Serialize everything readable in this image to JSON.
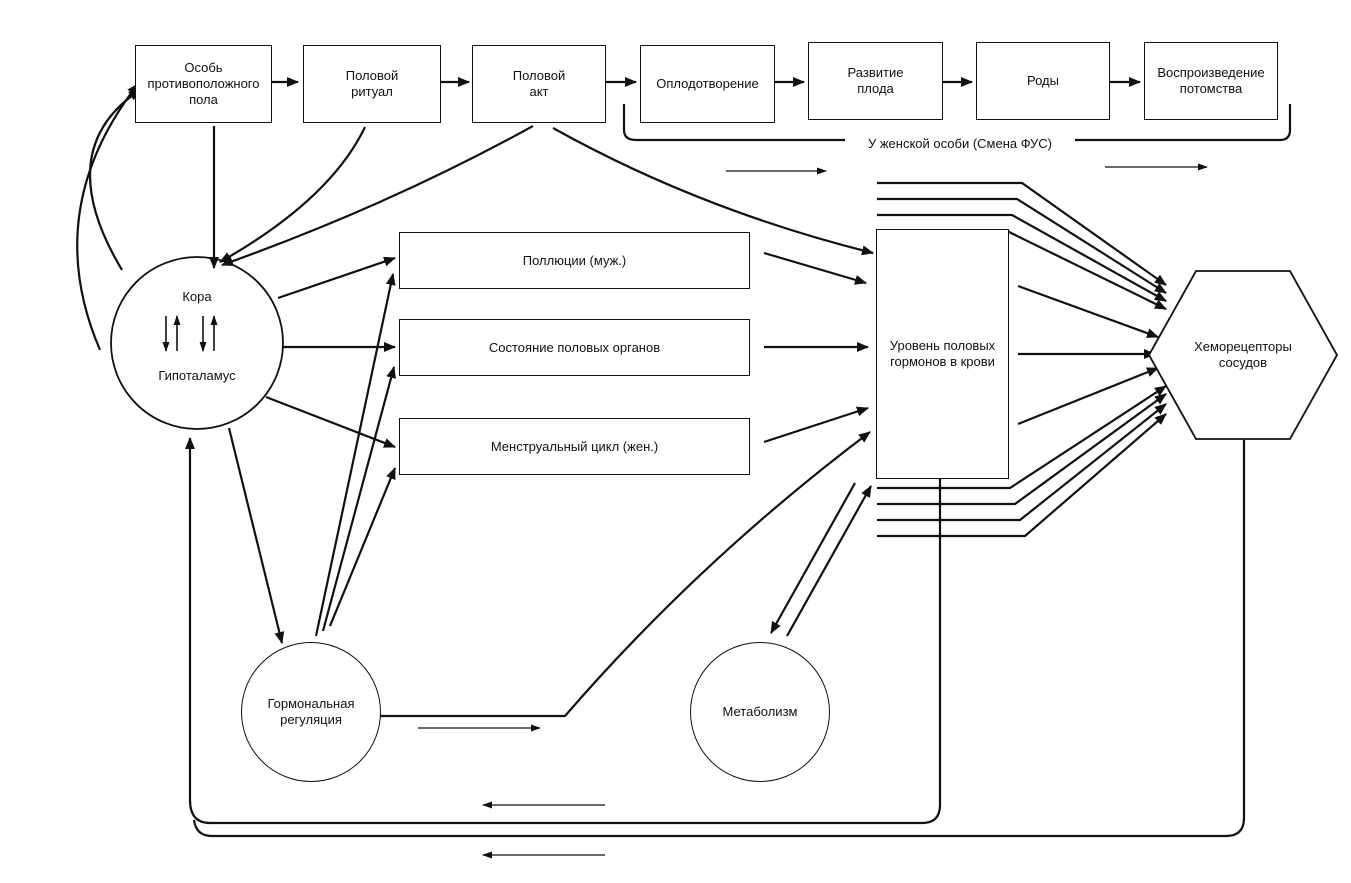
{
  "nodes": {
    "opposite_sex": "Особь\nпротивоположного\nпола",
    "ritual": "Половой\nритуал",
    "act": "Половой\nакт",
    "fertilization": "Оплодотворение",
    "fetus": "Развитие\nплода",
    "birth": "Роды",
    "reproduction": "Воспроизведение\nпотомства",
    "pollution": "Поллюции (муж.)",
    "organs": "Состояние половых органов",
    "menstrual": "Менструальный цикл (жен.)",
    "hormone_level": "Уровень половых\nгормонов в крови",
    "chemoreceptors": "Хеморецепторы\nсосудов",
    "cortex": "Кора",
    "hypothalamus": "Гипоталамус",
    "hormonal_regulation": "Гормональная\nрегуляция",
    "metabolism": "Метаболизм"
  },
  "female_bracket_label": "У женской особи (Смена ФУС)",
  "colors": {
    "stroke": "#111111",
    "background": "#ffffff"
  }
}
